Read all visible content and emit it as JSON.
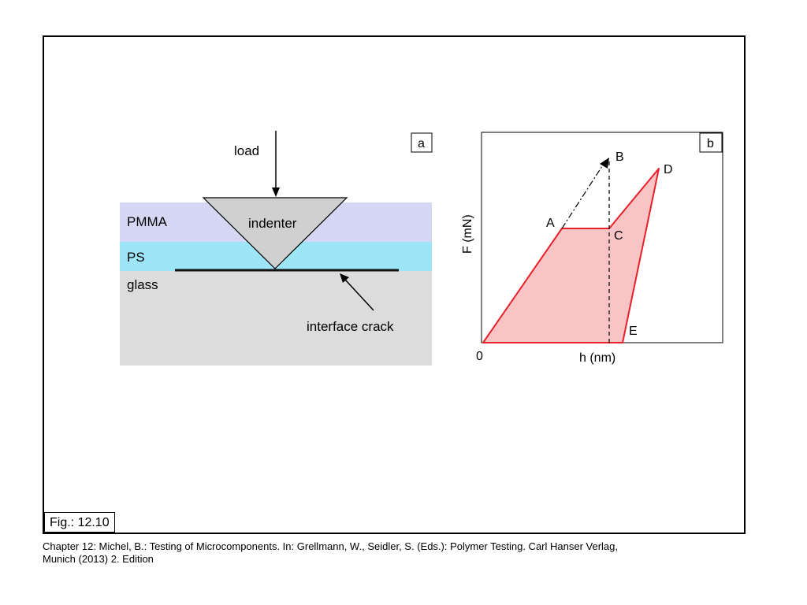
{
  "panel_a": {
    "box_label": "a",
    "load_label": "load",
    "indenter_label": "indenter",
    "layers": {
      "pmma": "PMMA",
      "ps": "PS",
      "glass": "glass"
    },
    "crack_label": "interface crack",
    "colors": {
      "pmma": "#d6d6f5",
      "ps": "#9ee6f7",
      "glass": "#dcdcdc",
      "indenter": "#d0d0d0"
    }
  },
  "panel_b": {
    "box_label": "b",
    "y_axis_label": "F (mN)",
    "x_axis_label": "h (nm)",
    "origin_label": "0",
    "points": {
      "a": "A",
      "b": "B",
      "c": "C",
      "d": "D",
      "e": "E"
    },
    "colors": {
      "curve": "#e8202a",
      "fill": "#f9c4c6"
    }
  },
  "figure_label": "Fig.: 12.10",
  "caption": {
    "line1": "Chapter 12: Michel, B.: Testing of Microcomponents. In: Grellmann, W., Seidler, S. (Eds.): Polymer Testing. Carl Hanser Verlag,",
    "line2": "Munich (2013) 2. Edition"
  }
}
